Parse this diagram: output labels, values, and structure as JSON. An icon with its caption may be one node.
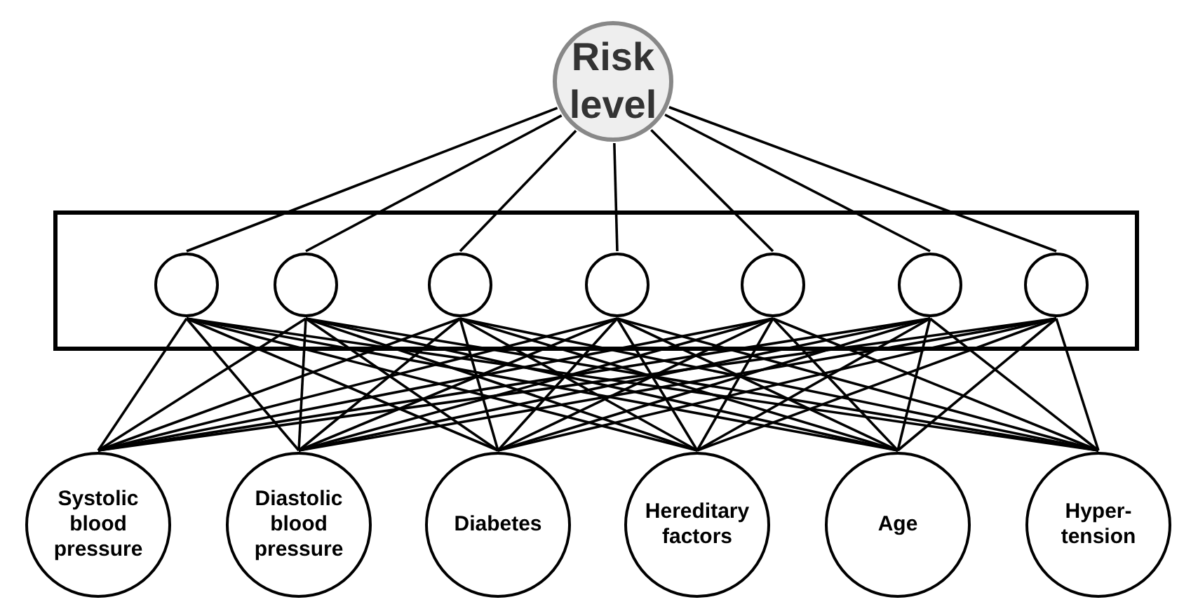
{
  "diagram": {
    "nodes": [
      {
        "text": [
          "Risk level"
        ]
      },
      {
        "text": [],
        "shape": "box"
      },
      {
        "text": [],
        "shape": "circle",
        "in": 1
      },
      {
        "text": [],
        "shape": "circle",
        "in": 1
      },
      {
        "text": [],
        "shape": "circle",
        "in": 1
      },
      {
        "text": [],
        "shape": "circle",
        "in": 1
      },
      {
        "text": [],
        "shape": "circle",
        "in": 1
      },
      {
        "text": [],
        "shape": "circle",
        "in": 1
      },
      {
        "text": [],
        "shape": "circle",
        "in": 1
      },
      {
        "text": [
          "Systolic blood pressure"
        ]
      },
      {
        "text": [
          "Diastolic blood pressure"
        ]
      },
      {
        "text": [
          "Diabetes"
        ]
      },
      {
        "text": [
          "Hereditary factors"
        ]
      },
      {
        "text": [
          "Age"
        ]
      },
      {
        "text": [
          "Hyper- tension"
        ]
      }
    ],
    "edges": [
      {
        "from": 9,
        "to": 2,
        "arrow": "none"
      },
      {
        "from": 9,
        "to": 3,
        "arrow": "none"
      },
      {
        "from": 9,
        "to": 4,
        "arrow": "none"
      },
      {
        "from": 9,
        "to": 5,
        "arrow": "none"
      },
      {
        "from": 9,
        "to": 6,
        "arrow": "none"
      },
      {
        "from": 9,
        "to": 7,
        "arrow": "none"
      },
      {
        "from": 9,
        "to": 8,
        "arrow": "none"
      },
      {
        "from": 10,
        "to": 2,
        "arrow": "none"
      },
      {
        "from": 10,
        "to": 3,
        "arrow": "none"
      },
      {
        "from": 10,
        "to": 4,
        "arrow": "none"
      },
      {
        "from": 10,
        "to": 5,
        "arrow": "none"
      },
      {
        "from": 10,
        "to": 6,
        "arrow": "none"
      },
      {
        "from": 10,
        "to": 7,
        "arrow": "none"
      },
      {
        "from": 10,
        "to": 8,
        "arrow": "none"
      },
      {
        "from": 11,
        "to": 2,
        "arrow": "none"
      },
      {
        "from": 11,
        "to": 3,
        "arrow": "none"
      },
      {
        "from": 11,
        "to": 4,
        "arrow": "none"
      },
      {
        "from": 11,
        "to": 5,
        "arrow": "none"
      },
      {
        "from": 11,
        "to": 6,
        "arrow": "none"
      },
      {
        "from": 11,
        "to": 7,
        "arrow": "none"
      },
      {
        "from": 11,
        "to": 8,
        "arrow": "none"
      },
      {
        "from": 12,
        "to": 2,
        "arrow": "none"
      },
      {
        "from": 12,
        "to": 3,
        "arrow": "none"
      },
      {
        "from": 12,
        "to": 4,
        "arrow": "none"
      },
      {
        "from": 12,
        "to": 5,
        "arrow": "none"
      },
      {
        "from": 12,
        "to": 6,
        "arrow": "none"
      },
      {
        "from": 12,
        "to": 7,
        "arrow": "none"
      },
      {
        "from": 12,
        "to": 8,
        "arrow": "none"
      },
      {
        "from": 13,
        "to": 2,
        "arrow": "none"
      },
      {
        "from": 13,
        "to": 3,
        "arrow": "none"
      },
      {
        "from": 13,
        "to": 4,
        "arrow": "none"
      },
      {
        "from": 13,
        "to": 5,
        "arrow": "none"
      },
      {
        "from": 13,
        "to": 6,
        "arrow": "none"
      },
      {
        "from": 13,
        "to": 7,
        "arrow": "none"
      },
      {
        "from": 13,
        "to": 8,
        "arrow": "none"
      },
      {
        "from": 14,
        "to": 2,
        "arrow": "none"
      },
      {
        "from": 14,
        "to": 3,
        "arrow": "none"
      },
      {
        "from": 14,
        "to": 4,
        "arrow": "none"
      },
      {
        "from": 14,
        "to": 5,
        "arrow": "none"
      },
      {
        "from": 14,
        "to": 6,
        "arrow": "none"
      },
      {
        "from": 14,
        "to": 7,
        "arrow": "none"
      },
      {
        "from": 14,
        "to": 8,
        "arrow": "none"
      },
      {
        "from": 2,
        "to": 0,
        "arrow": "none"
      },
      {
        "from": 3,
        "to": 0,
        "arrow": "none"
      },
      {
        "from": 4,
        "to": 0,
        "arrow": "none"
      },
      {
        "from": 5,
        "to": 0,
        "arrow": "none"
      },
      {
        "from": 6,
        "to": 0,
        "arrow": "none"
      },
      {
        "from": 7,
        "to": 0,
        "arrow": "none"
      },
      {
        "from": 8,
        "to": 0,
        "arrow": "none"
      }
    ]
  }
}
